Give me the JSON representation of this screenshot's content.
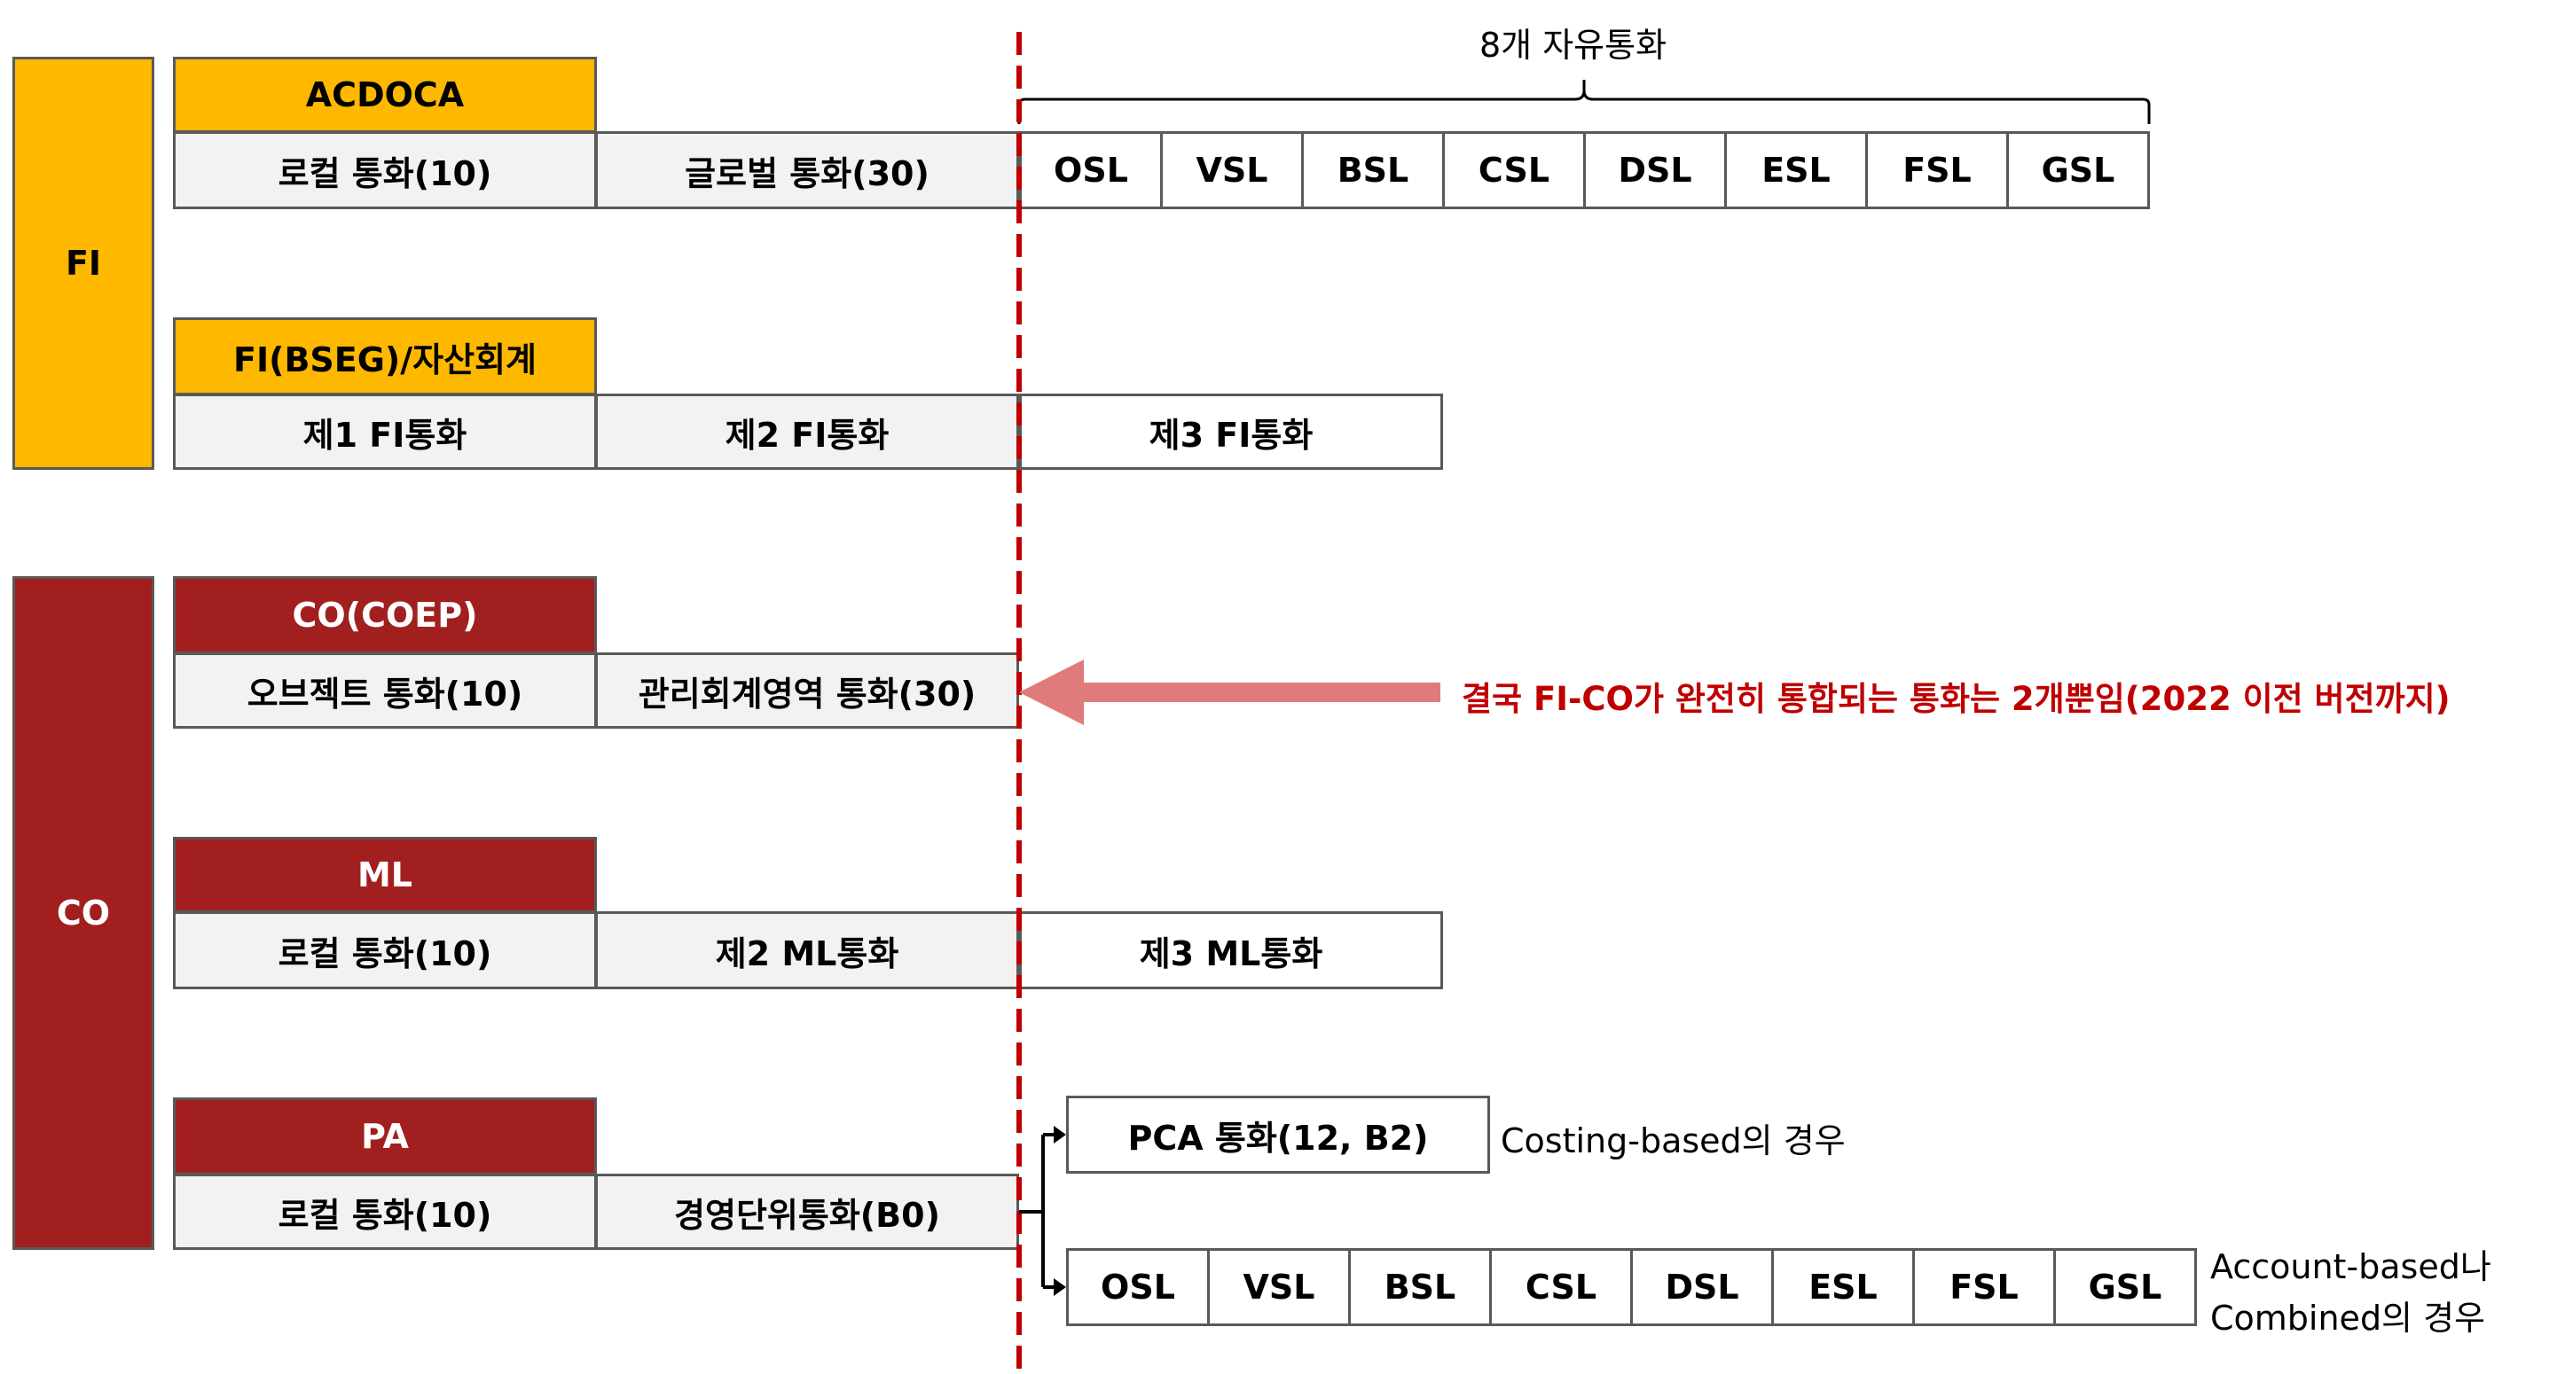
{
  "fi": {
    "label": "FI",
    "acdoca": {
      "header": "ACDOCA",
      "currencies": [
        "로컬 통화(10)",
        "글로벌 통화(30)"
      ],
      "free_currencies_label": "8개 자유통화",
      "free_currencies": [
        "OSL",
        "VSL",
        "BSL",
        "CSL",
        "DSL",
        "ESL",
        "FSL",
        "GSL"
      ]
    },
    "bseg": {
      "header": "FI(BSEG)/자산회계",
      "currencies": [
        "제1 FI통화",
        "제2 FI통화",
        "제3 FI통화"
      ]
    }
  },
  "co": {
    "label": "CO",
    "coep": {
      "header": "CO(COEP)",
      "currencies": [
        "오브젝트 통화(10)",
        "관리회계영역 통화(30)"
      ],
      "note": "결국 FI-CO가 완전히 통합되는 통화는 2개뿐임(2022 이전 버전까지)"
    },
    "ml": {
      "header": "ML",
      "currencies": [
        "로컬 통화(10)",
        "제2 ML통화",
        "제3 ML통화"
      ]
    },
    "pa": {
      "header": "PA",
      "currencies": [
        "로컬 통화(10)",
        "경영단위통화(B0)"
      ],
      "pca": "PCA 통화(12, B2)",
      "pca_note": "Costing-based의 경우",
      "ledgers": [
        "OSL",
        "VSL",
        "BSL",
        "CSL",
        "DSL",
        "ESL",
        "FSL",
        "GSL"
      ],
      "ledgers_note_line1": "Account-based나",
      "ledgers_note_line2": "Combined의 경우"
    }
  },
  "colors": {
    "fi_fill": "#FFB800",
    "co_fill": "#A21F1F",
    "cell_fill": "#F2F2F2",
    "divider": "#C00000",
    "arrow": "#E07B7B",
    "note_text": "#C00000"
  }
}
